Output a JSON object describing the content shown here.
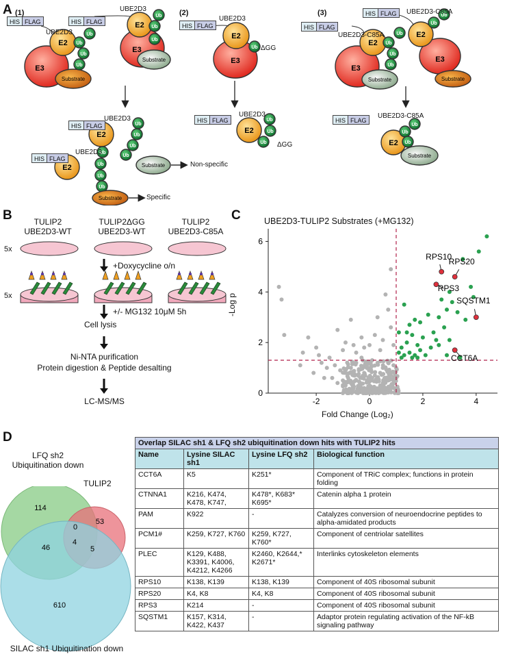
{
  "panelA": {
    "letter": "A",
    "sub1": "(1)",
    "sub2": "(2)",
    "sub3": "(3)",
    "his": "HIS",
    "flag": "FLAG",
    "e2": "E2",
    "e3": "E3",
    "ub": "Ub",
    "substrate": "Substrate",
    "ube2d3": "UBE2D3",
    "ube2d3_c85a": "UBE2D3-C85A",
    "dgg": "ΔGG",
    "nonspecific": "Non-specific",
    "specific": "Specific"
  },
  "panelB": {
    "letter": "B",
    "col1": [
      "TULIP2",
      "UBE2D3-WT"
    ],
    "col2": [
      "TULIP2ΔGG",
      "UBE2D3-WT"
    ],
    "col3": [
      "TULIP2",
      "UBE2D3-C85A"
    ],
    "rep1": "5x",
    "rep2": "5x",
    "steps": [
      "+Doxycycline o/n",
      "+/- MG132 10μM 5h",
      "Cell lysis",
      "Ni-NTA purification",
      "Protein digestion & Peptide desalting",
      "LC-MS/MS"
    ]
  },
  "panelC": {
    "letter": "C"
  },
  "chart_data": {
    "type": "scatter",
    "title": "UBE2D3-TULIP2 Substrates (+MG132)",
    "xlabel": "Fold Change (Log₂)",
    "ylabel": "-Log p",
    "xlim": [
      -3.8,
      4.8
    ],
    "ylim": [
      0,
      6.5
    ],
    "xticks": [
      -2,
      0,
      2,
      4
    ],
    "yticks": [
      0,
      2,
      4,
      6
    ],
    "thresholds": {
      "x": 1.0,
      "y": 1.3
    },
    "colors": {
      "bg": "#b3b3b3",
      "sig": "#2aa150",
      "hit": "#e0303c",
      "thresh": "#b0204a"
    },
    "labeled_hits": [
      {
        "name": "RPS10",
        "x": 2.7,
        "y": 4.8
      },
      {
        "name": "RPS20",
        "x": 3.2,
        "y": 4.6
      },
      {
        "name": "RPS3",
        "x": 2.5,
        "y": 4.3
      },
      {
        "name": "SQSTM1",
        "x": 4.0,
        "y": 3.0
      },
      {
        "name": "CCT6A",
        "x": 3.2,
        "y": 1.7
      }
    ],
    "significant": [
      {
        "x": 4.4,
        "y": 6.2
      },
      {
        "x": 4.1,
        "y": 5.6
      },
      {
        "x": 3.5,
        "y": 5.3
      },
      {
        "x": 3.8,
        "y": 4.2
      },
      {
        "x": 3.9,
        "y": 3.8
      },
      {
        "x": 3.1,
        "y": 3.6
      },
      {
        "x": 2.9,
        "y": 3.3
      },
      {
        "x": 3.3,
        "y": 3.2
      },
      {
        "x": 3.6,
        "y": 2.9
      },
      {
        "x": 2.6,
        "y": 3.0
      },
      {
        "x": 2.2,
        "y": 3.1
      },
      {
        "x": 1.9,
        "y": 2.8
      },
      {
        "x": 1.7,
        "y": 2.9
      },
      {
        "x": 1.5,
        "y": 2.7
      },
      {
        "x": 1.3,
        "y": 3.5
      },
      {
        "x": 1.6,
        "y": 2.3
      },
      {
        "x": 2.0,
        "y": 2.2
      },
      {
        "x": 2.4,
        "y": 2.4
      },
      {
        "x": 2.8,
        "y": 2.6
      },
      {
        "x": 3.0,
        "y": 2.1
      },
      {
        "x": 1.4,
        "y": 2.0
      },
      {
        "x": 1.2,
        "y": 1.8
      },
      {
        "x": 1.8,
        "y": 1.9
      },
      {
        "x": 2.3,
        "y": 1.8
      },
      {
        "x": 2.6,
        "y": 1.9
      },
      {
        "x": 1.1,
        "y": 1.6
      },
      {
        "x": 1.3,
        "y": 1.5
      },
      {
        "x": 1.5,
        "y": 1.6
      },
      {
        "x": 1.7,
        "y": 1.5
      },
      {
        "x": 1.9,
        "y": 1.7
      },
      {
        "x": 2.1,
        "y": 1.5
      },
      {
        "x": 2.9,
        "y": 1.5
      },
      {
        "x": 3.4,
        "y": 1.4
      },
      {
        "x": 1.2,
        "y": 1.4
      },
      {
        "x": 1.6,
        "y": 1.4
      },
      {
        "x": 2.5,
        "y": 2.1
      },
      {
        "x": 1.1,
        "y": 2.4
      },
      {
        "x": 1.4,
        "y": 2.4
      },
      {
        "x": 3.0,
        "y": 4.0
      },
      {
        "x": 2.7,
        "y": 3.7
      },
      {
        "x": 1.8,
        "y": 1.4
      }
    ],
    "background": [
      {
        "x": -3.4,
        "y": 4.2
      },
      {
        "x": -3.3,
        "y": 3.7
      },
      {
        "x": -3.2,
        "y": 2.3
      },
      {
        "x": 0.8,
        "y": 4.9
      },
      {
        "x": 0.6,
        "y": 3.9
      },
      {
        "x": 0.7,
        "y": 3.3
      },
      {
        "x": 0.3,
        "y": 3.0
      },
      {
        "x": -0.7,
        "y": 2.9
      },
      {
        "x": -1.2,
        "y": 2.5
      },
      {
        "x": -2.3,
        "y": 2.2
      },
      {
        "x": -2.0,
        "y": 1.8
      },
      {
        "x": -2.5,
        "y": 1.6
      },
      {
        "x": -0.9,
        "y": 2.0
      },
      {
        "x": -0.3,
        "y": 2.2
      },
      {
        "x": 0.2,
        "y": 2.3
      },
      {
        "x": 0.5,
        "y": 2.1
      },
      {
        "x": 0.8,
        "y": 2.6
      },
      {
        "x": 0.9,
        "y": 1.9
      },
      {
        "x": 0.4,
        "y": 1.7
      },
      {
        "x": -0.5,
        "y": 1.6
      },
      {
        "x": -1.5,
        "y": 1.4
      },
      {
        "x": -1.8,
        "y": 1.2
      },
      {
        "x": -1.6,
        "y": 1.0
      },
      {
        "x": -1.3,
        "y": 1.1
      },
      {
        "x": -1.1,
        "y": 0.9
      },
      {
        "x": -0.9,
        "y": 0.8
      },
      {
        "x": -0.7,
        "y": 1.0
      },
      {
        "x": -0.5,
        "y": 1.2
      },
      {
        "x": -0.3,
        "y": 1.4
      },
      {
        "x": -0.1,
        "y": 1.1
      },
      {
        "x": 0.1,
        "y": 1.3
      },
      {
        "x": 0.3,
        "y": 1.2
      },
      {
        "x": 0.5,
        "y": 1.0
      },
      {
        "x": 0.7,
        "y": 1.2
      },
      {
        "x": 0.9,
        "y": 1.1
      },
      {
        "x": -0.8,
        "y": 0.6
      },
      {
        "x": -0.6,
        "y": 0.7
      },
      {
        "x": -0.4,
        "y": 0.9
      },
      {
        "x": -0.2,
        "y": 0.8
      },
      {
        "x": 0.0,
        "y": 0.9
      },
      {
        "x": 0.2,
        "y": 0.7
      },
      {
        "x": 0.4,
        "y": 0.8
      },
      {
        "x": 0.6,
        "y": 0.6
      },
      {
        "x": 0.8,
        "y": 0.7
      },
      {
        "x": -1.0,
        "y": 0.5
      },
      {
        "x": -1.2,
        "y": 0.4
      },
      {
        "x": -1.4,
        "y": 0.6
      },
      {
        "x": -0.7,
        "y": 0.4
      },
      {
        "x": -0.5,
        "y": 0.5
      },
      {
        "x": -0.3,
        "y": 0.6
      },
      {
        "x": -0.1,
        "y": 0.5
      },
      {
        "x": 0.1,
        "y": 0.6
      },
      {
        "x": 0.3,
        "y": 0.5
      },
      {
        "x": 0.5,
        "y": 0.4
      },
      {
        "x": 0.7,
        "y": 0.5
      },
      {
        "x": 0.9,
        "y": 0.4
      },
      {
        "x": -0.9,
        "y": 0.3
      },
      {
        "x": -0.6,
        "y": 0.2
      },
      {
        "x": -0.4,
        "y": 0.3
      },
      {
        "x": -0.2,
        "y": 0.2
      },
      {
        "x": 0.0,
        "y": 0.3
      },
      {
        "x": 0.2,
        "y": 0.2
      },
      {
        "x": 0.4,
        "y": 0.3
      },
      {
        "x": 0.6,
        "y": 0.2
      },
      {
        "x": 0.8,
        "y": 0.3
      },
      {
        "x": -0.3,
        "y": 0.1
      },
      {
        "x": 0.1,
        "y": 0.1
      },
      {
        "x": 0.5,
        "y": 0.1
      },
      {
        "x": -0.1,
        "y": 0.05
      },
      {
        "x": 0.3,
        "y": 0.05
      },
      {
        "x": -2.1,
        "y": 0.8
      },
      {
        "x": -2.6,
        "y": 1.1
      },
      {
        "x": -1.7,
        "y": 0.6
      },
      {
        "x": 1.0,
        "y": 1.0
      },
      {
        "x": -0.2,
        "y": 1.8
      },
      {
        "x": 0.0,
        "y": 1.9
      },
      {
        "x": -0.6,
        "y": 1.9
      },
      {
        "x": 1.0,
        "y": 0.6
      },
      {
        "x": -1.9,
        "y": 1.5
      },
      {
        "x": -1.0,
        "y": 1.7
      }
    ]
  },
  "panelD": {
    "letter": "D",
    "venn": {
      "label_lfq": [
        "LFQ sh2",
        "Ubiquitination down"
      ],
      "label_tulip": "TULIP2",
      "label_silac": "SILAC sh1 Ubiquitination down",
      "n_lfq_only": "114",
      "n_lfq_tulip": "0",
      "n_tulip_only": "53",
      "n_lfq_silac": "46",
      "n_all": "4",
      "n_tulip_silac": "5",
      "n_silac_only": "610",
      "colors": {
        "lfq": "#8fce8c",
        "tulip": "#e8707a",
        "silac": "#8fd3e0"
      }
    },
    "table": {
      "title": "Overlap SILAC sh1 & LFQ sh2 ubiquitination down hits with TULIP2 hits",
      "headers": [
        "Name",
        "Lysine SILAC sh1",
        "Lysine LFQ sh2",
        "Biological function"
      ],
      "rows": [
        {
          "name": "CCT6A",
          "silac": "K5",
          "lfq": "K251*",
          "func": "Component of TRiC complex; functions in protein folding"
        },
        {
          "name": "CTNNA1",
          "silac": "K216, K474, K478, K747,",
          "lfq": "K478*, K683* K695*",
          "func": "Catenin alpha 1 protein"
        },
        {
          "name": "PAM",
          "silac": "K922",
          "lfq": "-",
          "func": "Catalyzes conversion of neuroendocrine peptides to alpha-amidated products"
        },
        {
          "name": "PCM1#",
          "silac": "K259, K727, K760",
          "lfq": "K259, K727, K760*",
          "func": "Component of centriolar satellites"
        },
        {
          "name": "PLEC",
          "silac": "K129, K488, K3391, K4006, K4212, K4266",
          "lfq": "K2460, K2644,* K2671*",
          "func": "Interlinks cytoskeleton elements"
        },
        {
          "name": "RPS10",
          "silac": "K138, K139",
          "lfq": "K138, K139",
          "func": "Component of 40S ribosomal subunit"
        },
        {
          "name": "RPS20",
          "silac": "K4, K8",
          "lfq": "K4, K8",
          "func": "Component of 40S ribosomal subunit"
        },
        {
          "name": "RPS3",
          "silac": "K214",
          "lfq": "-",
          "func": "Component of 40S ribosomal subunit"
        },
        {
          "name": "SQSTM1",
          "silac": "K157, K314, K422, K437",
          "lfq": "-",
          "func": "Adaptor protein regulating activation of the NF-kB signaling pathway"
        }
      ]
    }
  }
}
